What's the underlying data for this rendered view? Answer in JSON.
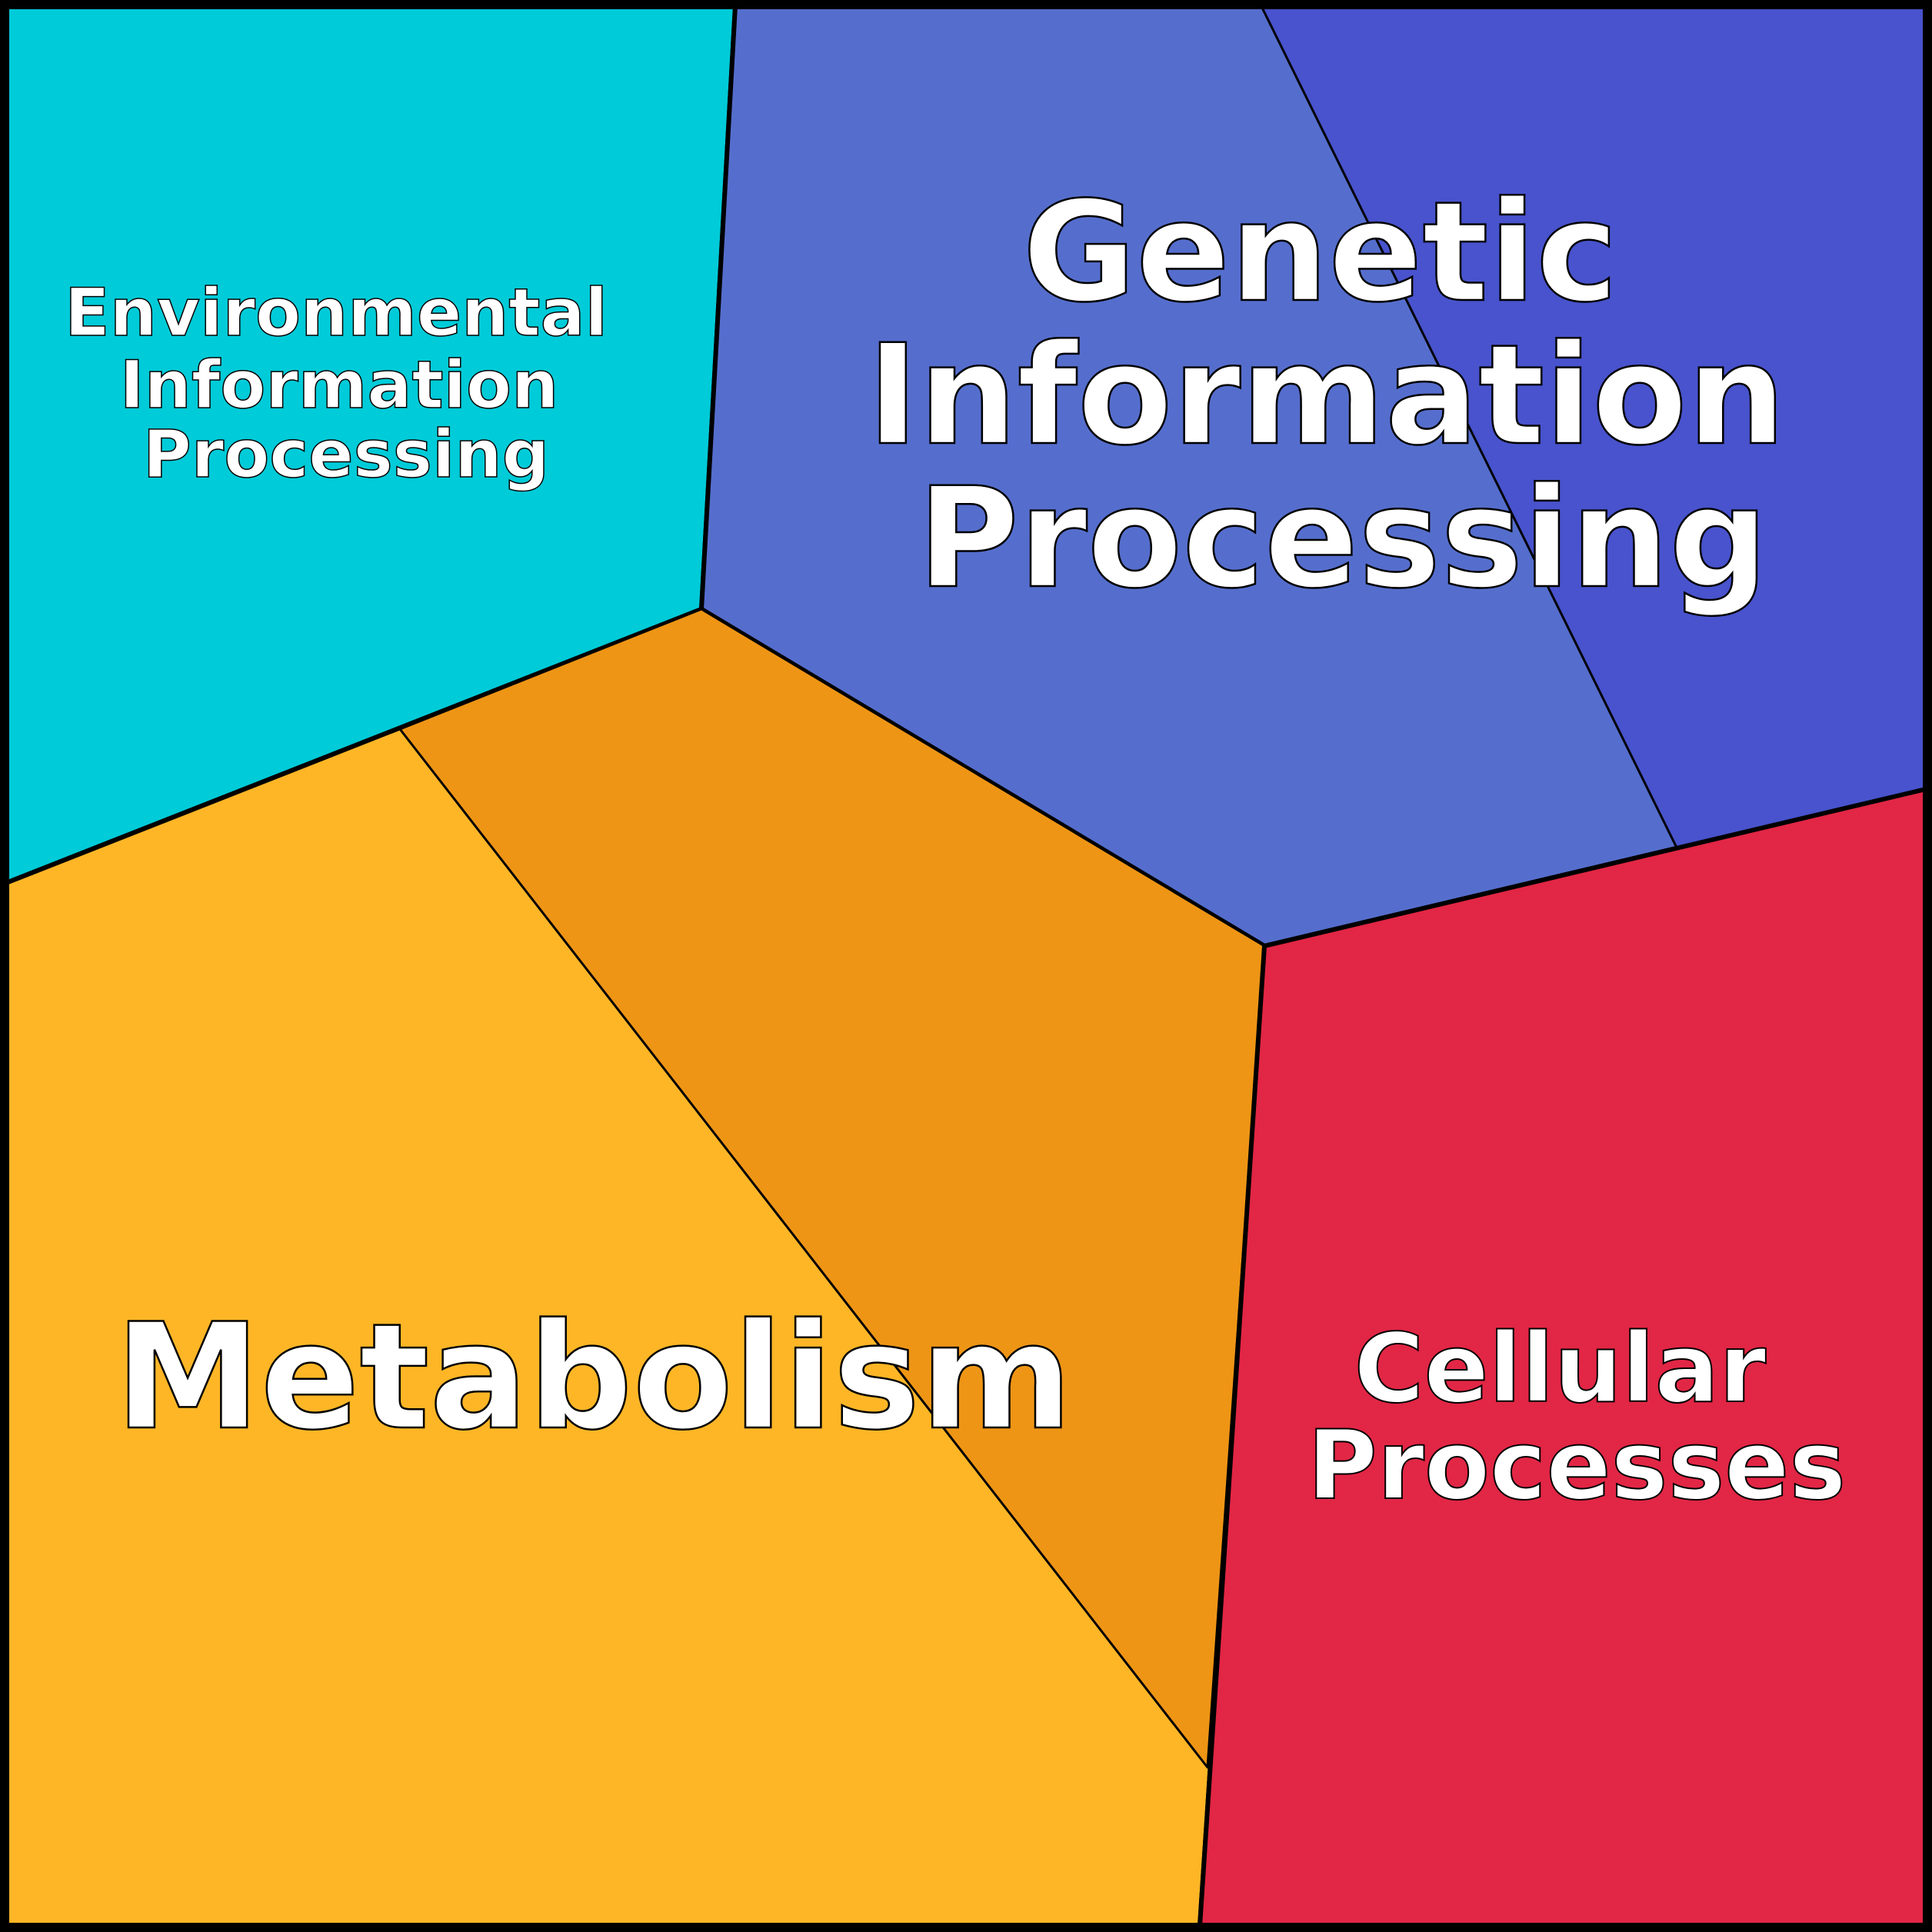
{
  "diagram": {
    "regions": [
      {
        "id": "environmental",
        "label_lines": [
          "Environmental",
          "Information",
          "Processing"
        ],
        "color": "#00CBD8"
      },
      {
        "id": "genetic",
        "label_lines": [
          "Genetic",
          "Information",
          "Processing"
        ],
        "color": "#556ECD",
        "sub_color": "#4853CD"
      },
      {
        "id": "metabolism",
        "label_lines": [
          "Metabolism"
        ],
        "color": "#FEB626",
        "sub_color": "#EE9515"
      },
      {
        "id": "cellular",
        "label_lines": [
          "Cellular",
          "Processes"
        ],
        "color": "#E22645"
      }
    ],
    "border_color": "#000000"
  }
}
